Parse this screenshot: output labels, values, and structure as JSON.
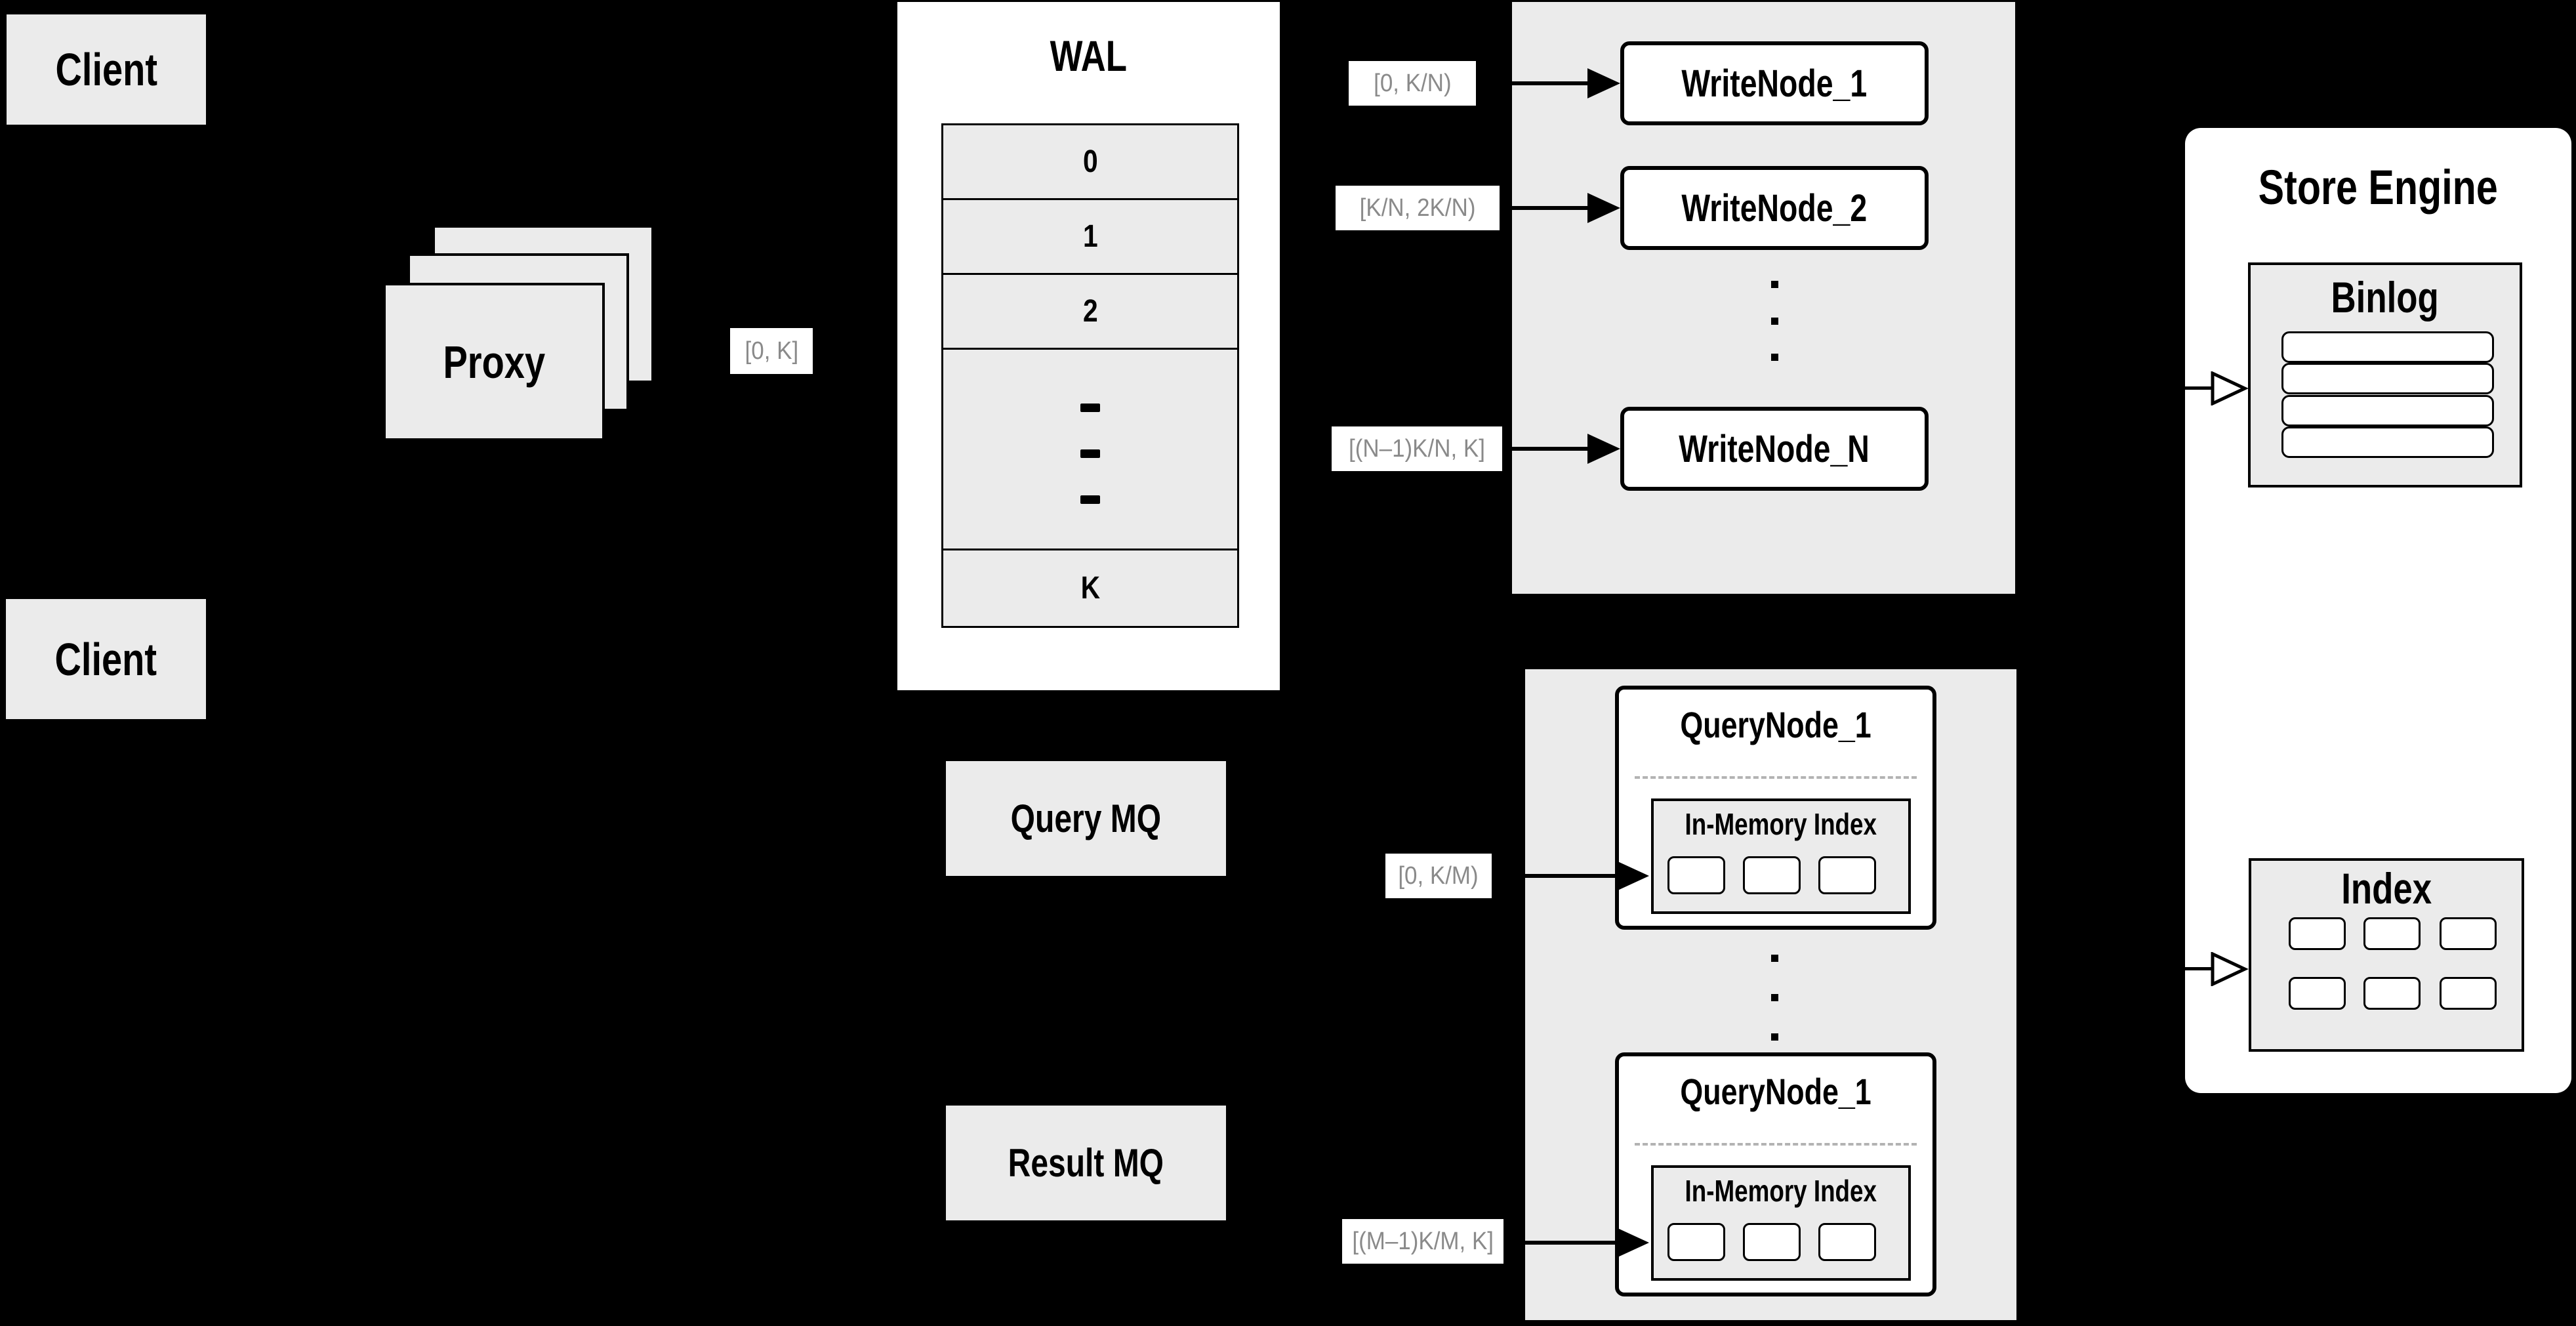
{
  "colors": {
    "background": "#000000",
    "panel_gray": "#ebebeb",
    "shape_white": "#ffffff",
    "line_black": "#000000",
    "range_label_text": "#8a8a8a",
    "dashed_separator": "#b3b3b3"
  },
  "clients": {
    "top": "Client",
    "bottom": "Client"
  },
  "proxy": {
    "label": "Proxy"
  },
  "edge_labels": {
    "proxy_to_wal": "[0, K]",
    "write_ranges": [
      "[0, K/N)",
      "[K/N, 2K/N)",
      "[(N–1)K/N, K]"
    ],
    "query_ranges": [
      "[0, K/M)",
      "[(M–1)K/M, K]"
    ]
  },
  "wal": {
    "title": "WAL",
    "slots": [
      "0",
      "1",
      "2",
      "K"
    ]
  },
  "write_group": {
    "nodes": [
      "WriteNode_1",
      "WriteNode_2",
      "WriteNode_N"
    ]
  },
  "store_engine": {
    "title": "Store Engine",
    "binlog": {
      "title": "Binlog"
    },
    "index": {
      "title": "Index"
    }
  },
  "query_group": {
    "nodes": [
      {
        "title": "QueryNode_1",
        "memory": "In-Memory Index"
      },
      {
        "title": "QueryNode_1",
        "memory": "In-Memory Index"
      }
    ]
  },
  "mq": {
    "query": "Query MQ",
    "result": "Result MQ"
  }
}
